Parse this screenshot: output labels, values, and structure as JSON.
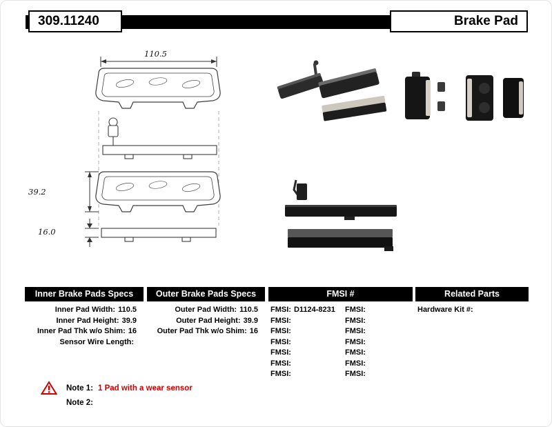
{
  "header": {
    "part_number": "309.11240",
    "title": "Brake Pad"
  },
  "drawing": {
    "dim_width": "110.5",
    "dim_height": "39.2",
    "dim_thickness": "16.0"
  },
  "specs": {
    "inner": {
      "title": "Inner Brake Pads Specs",
      "rows": [
        {
          "label": "Inner Pad Width:",
          "value": "110.5"
        },
        {
          "label": "Inner Pad Height:",
          "value": "39.9"
        },
        {
          "label": "Inner Pad Thk w/o Shim:",
          "value": "16"
        },
        {
          "label": "Sensor Wire Length:",
          "value": ""
        }
      ]
    },
    "outer": {
      "title": "Outer Brake Pads Specs",
      "rows": [
        {
          "label": "Outer Pad Width:",
          "value": "110.5"
        },
        {
          "label": "Outer Pad Height:",
          "value": "39.9"
        },
        {
          "label": "Outer Pad Thk w/o Shim:",
          "value": "16"
        }
      ]
    },
    "fmsi": {
      "title": "FMSI #",
      "rows": [
        {
          "left_label": "FMSI:",
          "left_value": "D1124-8231",
          "right_label": "FMSI:",
          "right_value": ""
        },
        {
          "left_label": "FMSI:",
          "left_value": "",
          "right_label": "FMSI:",
          "right_value": ""
        },
        {
          "left_label": "FMSI:",
          "left_value": "",
          "right_label": "FMSI:",
          "right_value": ""
        },
        {
          "left_label": "FMSI:",
          "left_value": "",
          "right_label": "FMSI:",
          "right_value": ""
        },
        {
          "left_label": "FMSI:",
          "left_value": "",
          "right_label": "FMSI:",
          "right_value": ""
        },
        {
          "left_label": "FMSI:",
          "left_value": "",
          "right_label": "FMSI:",
          "right_value": ""
        },
        {
          "left_label": "FMSI:",
          "left_value": "",
          "right_label": "FMSI:",
          "right_value": ""
        }
      ]
    },
    "related": {
      "title": "Related Parts",
      "rows": [
        {
          "label": "Hardware Kit #:",
          "value": ""
        }
      ]
    }
  },
  "notes": {
    "note1_label": "Note 1:",
    "note1_text": "1 Pad with a wear sensor",
    "note2_label": "Note 2:",
    "note2_text": ""
  }
}
